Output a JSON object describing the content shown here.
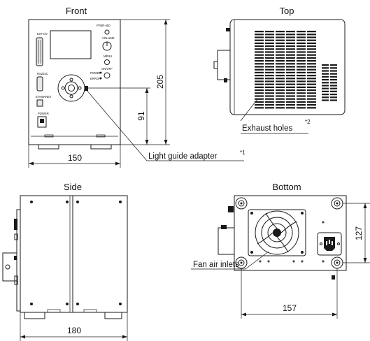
{
  "views": {
    "front": "Front",
    "top": "Top",
    "side": "Side",
    "bottom": "Bottom"
  },
  "dimensions": {
    "front_width": "150",
    "front_height": "205",
    "front_adapter_height": "91",
    "side_depth": "180",
    "bottom_hole_spacing": "157",
    "bottom_hole_depth": "127"
  },
  "callouts": {
    "exhaust": "Exhaust holes",
    "exhaust_note": "*2",
    "adapter": "Light guide adapter",
    "adapter_note": "*1",
    "fan": "Fan air inlets"
  },
  "panel_labels": {
    "model": "PFBR-450",
    "ext_io": "EXT I/O",
    "rs232c": "RS232C",
    "ethernet": "ETHERNET",
    "power": "POWER",
    "volume": "VOLUME",
    "menu": "MENU",
    "power_led": "POWER",
    "on_off": "ON/OFF",
    "error_led": "ERROR"
  }
}
